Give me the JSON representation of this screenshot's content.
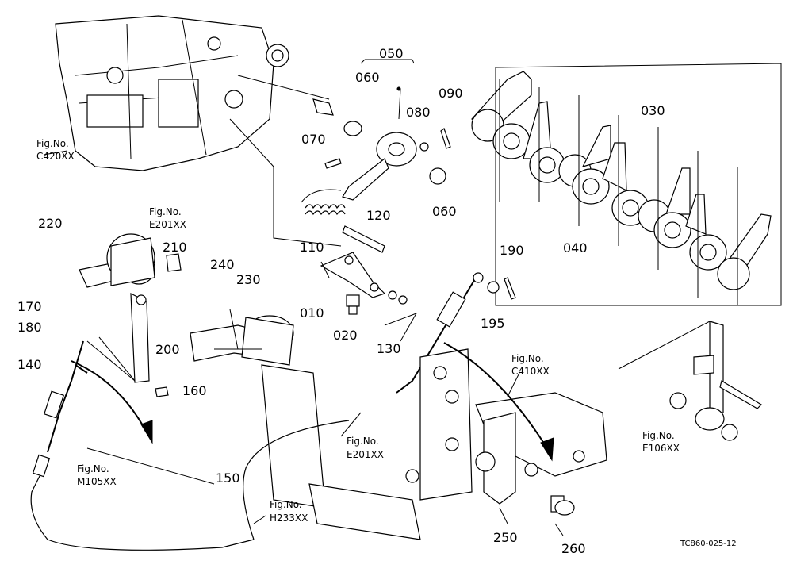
{
  "part_labels": [
    "050",
    "060",
    "080",
    "090",
    "030",
    "070",
    "060",
    "120",
    "110",
    "010",
    "020",
    "130",
    "190",
    "195",
    "040",
    "220",
    "210",
    "240",
    "230",
    "170",
    "180",
    "200",
    "140",
    "160",
    "150",
    "250",
    "260"
  ],
  "figure_refs": [
    {
      "title": "Fig.No.",
      "code": "C420XX"
    },
    {
      "title": "Fig.No.",
      "code": "E201XX"
    },
    {
      "title": "Fig.No.",
      "code": "C410XX"
    },
    {
      "title": "Fig.No.",
      "code": "M105XX"
    },
    {
      "title": "Fig.No.",
      "code": "E201XX"
    },
    {
      "title": "Fig.No.",
      "code": "H233XX"
    },
    {
      "title": "Fig.No.",
      "code": "E106XX"
    }
  ],
  "drawing_code": "TC860-025-12"
}
